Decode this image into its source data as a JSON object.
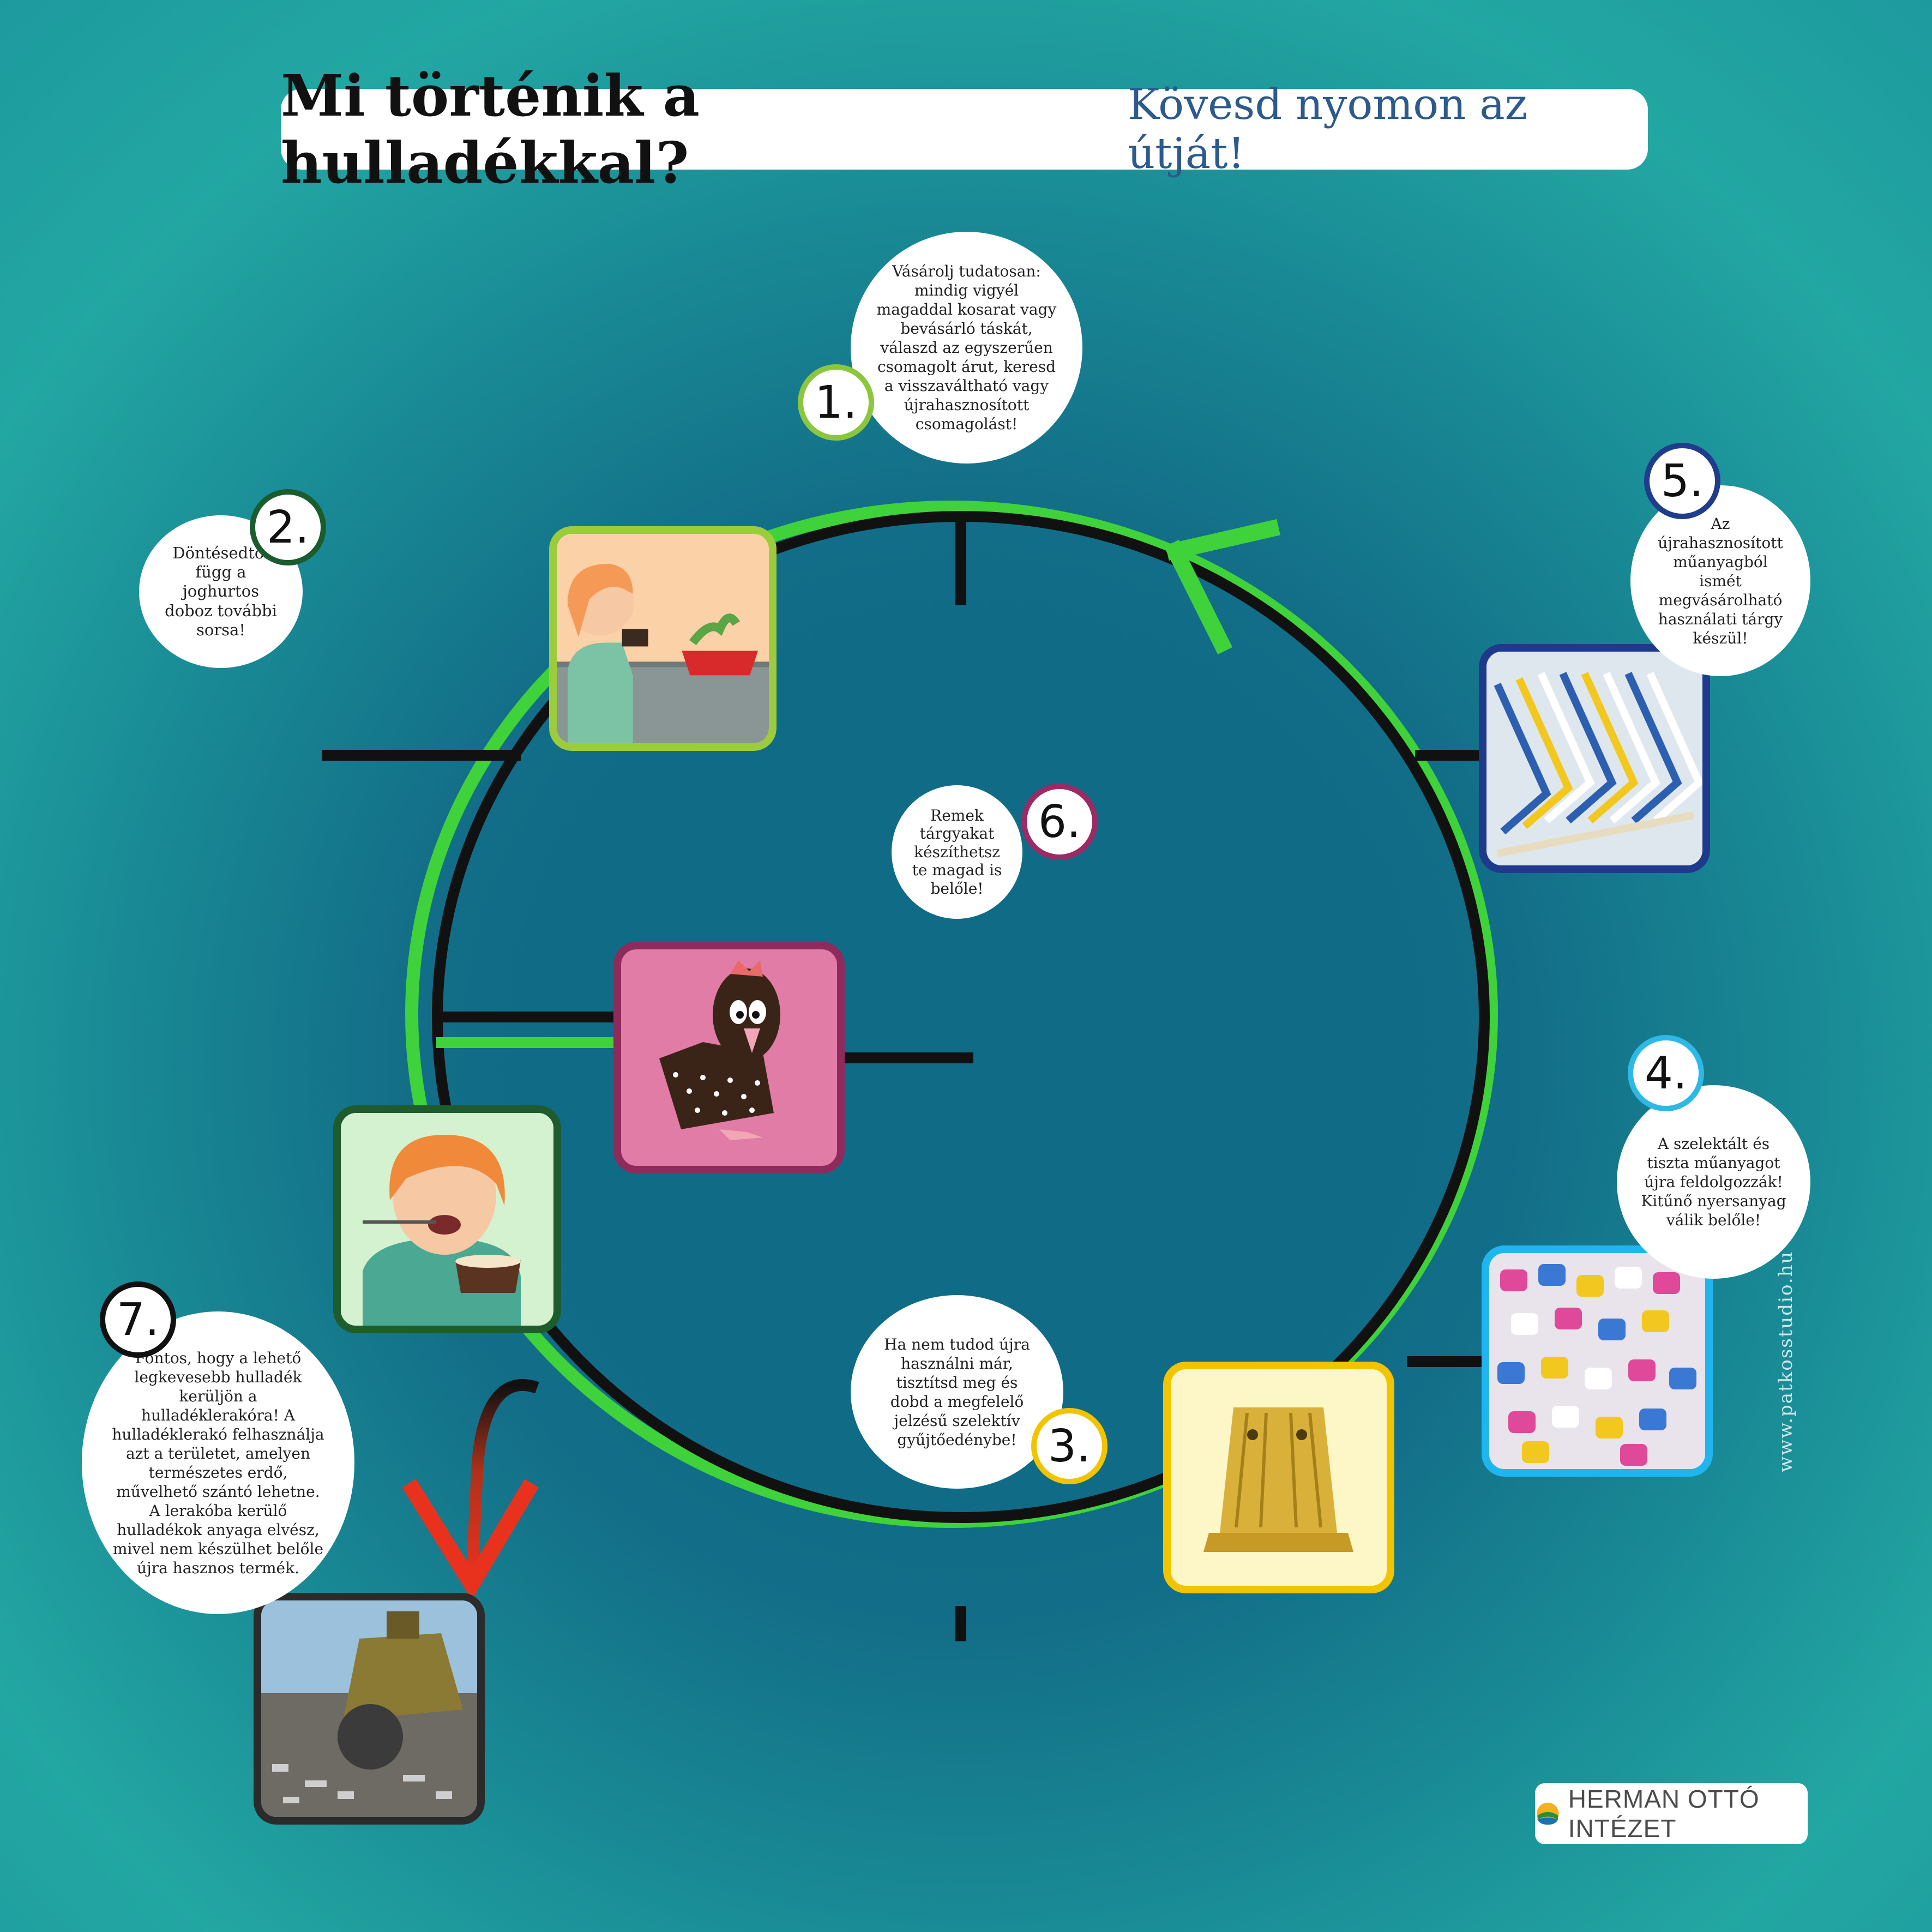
{
  "header": {
    "title": "Mi történik a hulladékkal?",
    "subtitle": "Kövesd nyomon az útját!"
  },
  "steps": [
    {
      "number": "1.",
      "text": "Vásárolj tudatosan: mindig vigyél magaddal kosarat vagy bevásárló táskát, válaszd az egyszerűen csomagolt árut, keresd a visszaváltható vagy újrahasznosított csomagolást!",
      "color": "#8cc63f"
    },
    {
      "number": "2.",
      "text": "Döntésedtől függ a joghurtos doboz további sorsa!",
      "color": "#1a5c2e"
    },
    {
      "number": "3.",
      "text": "Ha nem tudod újra használni már, tisztítsd meg és dobd a megfelelő jelzésű szelektív gyűjtőedénybe!",
      "color": "#f2c400"
    },
    {
      "number": "4.",
      "text": "A szelektált és tiszta műanyagot újra feldolgozzák! Kitűnő nyersanyag válik belőle!",
      "color": "#2eb8e6"
    },
    {
      "number": "5.",
      "text": "Az újrahasznosított műanyagból ismét megvásárolható használati tárgy készül!",
      "color": "#1f3d8c"
    },
    {
      "number": "6.",
      "text": "Remek tárgyakat készíthetsz te magad is belőle!",
      "color": "#9c2a64"
    },
    {
      "number": "7.",
      "text": "Fontos, hogy a lehető legkevesebb hulladék kerüljön a hulladéklerakóra! A hulladéklerakó felhasználja azt a területet, amelyen természetes erdő, művelhető szántó lehetne. A lerakóba kerülő hulladékok anyaga elvész, mivel nem készülhet belőle újra hasznos termék.",
      "color": "#111111"
    }
  ],
  "tiles": {
    "shopping": {
      "border": "#9ccc3c",
      "bg": "#fbd2a8"
    },
    "eating": {
      "border": "#1e5c2e",
      "bg": "#d4f2cf"
    },
    "chicken": {
      "border": "#8e2a5c",
      "bg": "#e07ca6"
    },
    "bin_insert": {
      "border": "#f2c400",
      "bg": "#fdf7c8"
    },
    "granules": {
      "border": "#1fb6ef",
      "bg": "#ffffff"
    },
    "hangers": {
      "border": "#1f3a8c",
      "bg": "#ffffff"
    },
    "landfill": {
      "border": "#2b2b2b",
      "bg": "#8fb4cf"
    }
  },
  "credit": "www.patkosstudio.hu",
  "logo": {
    "text": "HERMAN OTTÓ INTÉZET"
  },
  "colors": {
    "ring": "#3fd23a",
    "path": "#111111",
    "arrow_bad": "#e8321e"
  }
}
